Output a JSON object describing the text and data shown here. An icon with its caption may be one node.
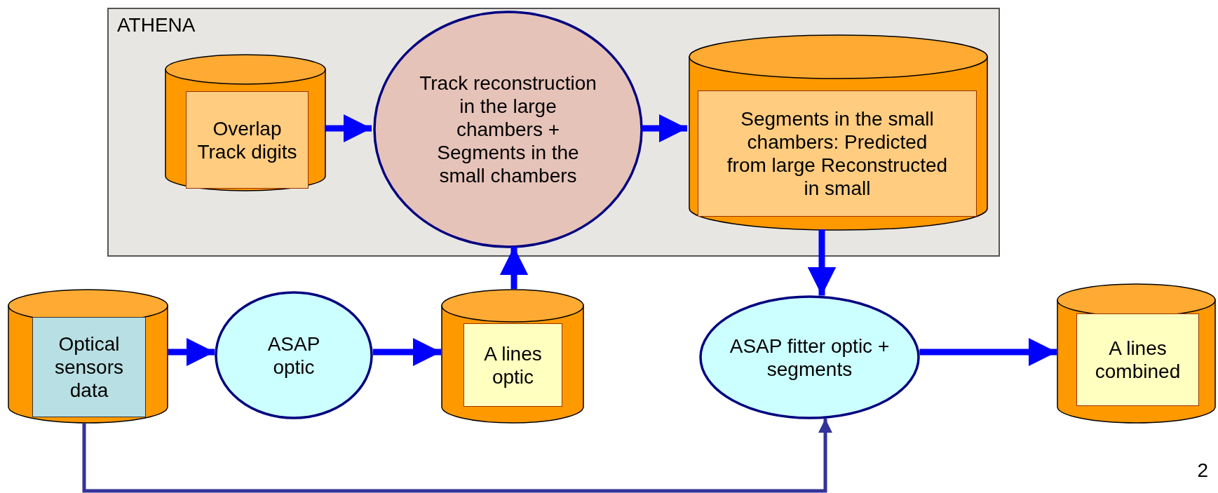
{
  "diagram": {
    "nodes": [
      {
        "text": [
          "ATHENA"
        ]
      },
      {
        "text": [
          "Overlap Track digits"
        ],
        "in": 0
      },
      {
        "text": [
          "Track reconstruction in the large chambers + Segments in the small chambers"
        ],
        "in": 0
      },
      {
        "text": [
          "Segments in the small chambers: Predicted from large Reconstructed in small"
        ],
        "in": 0
      },
      {
        "text": [
          "Optical sensors data"
        ]
      },
      {
        "text": [
          "ASAP optic"
        ]
      },
      {
        "text": [
          "A lines optic"
        ]
      },
      {
        "text": [
          "ASAP fitter optic + segments"
        ]
      },
      {
        "text": [
          "A lines combined"
        ]
      }
    ],
    "edges": [
      {
        "from": 1,
        "to": 2,
        "arrow": "to"
      },
      {
        "from": 2,
        "to": 3,
        "arrow": "to"
      },
      {
        "from": 3,
        "to": 7,
        "arrow": "to"
      },
      {
        "from": 6,
        "to": 2,
        "arrow": "to"
      },
      {
        "from": 4,
        "to": 5,
        "arrow": "to"
      },
      {
        "from": 5,
        "to": 6,
        "arrow": "to"
      },
      {
        "from": 7,
        "to": 8,
        "arrow": "to"
      },
      {
        "from": 4,
        "to": 7,
        "arrow": "to",
        "color": "#333399"
      }
    ],
    "labels": [
      "2"
    ]
  }
}
